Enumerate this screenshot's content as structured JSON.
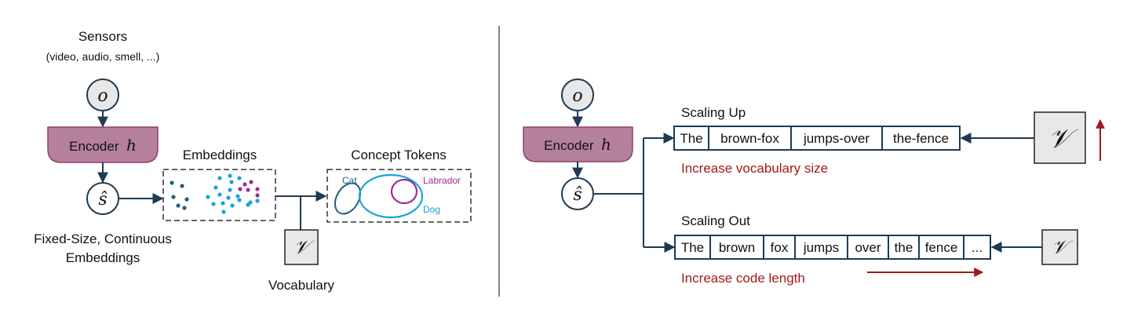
{
  "left_panel": {
    "sensors_title": "Sensors",
    "sensors_subtitle": "(video, audio, smell, ...)",
    "observation_symbol": "o",
    "encoder_label": "Encoder",
    "encoder_symbol": "h",
    "state_symbol": "ŝ",
    "state_caption_line1": "Fixed-Size, Continuous",
    "state_caption_line2": "Embeddings",
    "embeddings_title": "Embeddings",
    "vocabulary_symbol": "𝒱",
    "vocabulary_label": "Vocabulary",
    "concept_title": "Concept Tokens",
    "concepts": {
      "cat": "Cat",
      "dog": "Dog",
      "labrador": "Labrador"
    }
  },
  "right_panel": {
    "observation_symbol": "o",
    "encoder_label": "Encoder",
    "encoder_symbol": "h",
    "state_symbol": "ŝ",
    "scaling_up": {
      "title": "Scaling Up",
      "tokens": [
        "The",
        "brown-fox",
        "jumps-over",
        "the-fence"
      ],
      "caption": "Increase vocabulary size",
      "vocabulary_symbol": "𝒱"
    },
    "scaling_out": {
      "title": "Scaling Out",
      "tokens": [
        "The",
        "brown",
        "fox",
        "jumps",
        "over",
        "the",
        "fence",
        "..."
      ],
      "caption": "Increase code length",
      "vocabulary_symbol": "𝒱"
    }
  },
  "colors": {
    "stroke": "#1f3a52",
    "encoder_fill": "#b5809b",
    "encoder_stroke": "#8e3f6e",
    "node_fill": "#e8e8e8",
    "cat": "#1f5f7f",
    "dog": "#1aa3d9",
    "labrador": "#9b2e93",
    "accent_red": "#a11a1a"
  }
}
